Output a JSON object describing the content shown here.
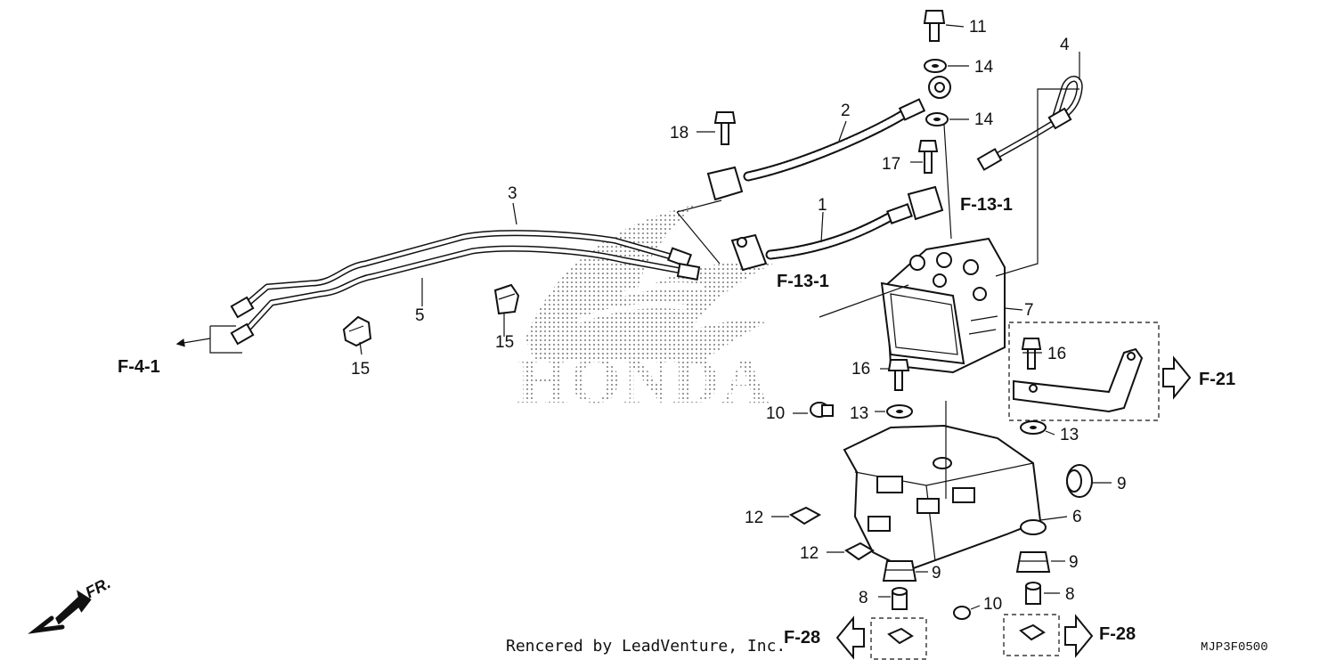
{
  "diagram": {
    "watermark": "HONDA",
    "credit": "Rencered by LeadVenture, Inc.",
    "diagram_code": "MJP3F0500",
    "direction_label": "FR.",
    "part_labels": {
      "p1": "1",
      "p2": "2",
      "p3": "3",
      "p4": "4",
      "p5": "5",
      "p6": "6",
      "p7": "7",
      "p8a": "8",
      "p8b": "8",
      "p9a": "9",
      "p9b": "9",
      "p9c": "9",
      "p10a": "10",
      "p10b": "10",
      "p11": "11",
      "p12a": "12",
      "p12b": "12",
      "p13a": "13",
      "p13b": "13",
      "p14a": "14",
      "p14b": "14",
      "p15a": "15",
      "p15b": "15",
      "p16a": "16",
      "p16b": "16",
      "p17": "17",
      "p18": "18"
    },
    "refs": {
      "f41": "F-4-1",
      "f131_top": "F-13-1",
      "f131_mid": "F-13-1",
      "f21": "F-21",
      "f28_left": "F-28",
      "f28_right": "F-28"
    }
  }
}
